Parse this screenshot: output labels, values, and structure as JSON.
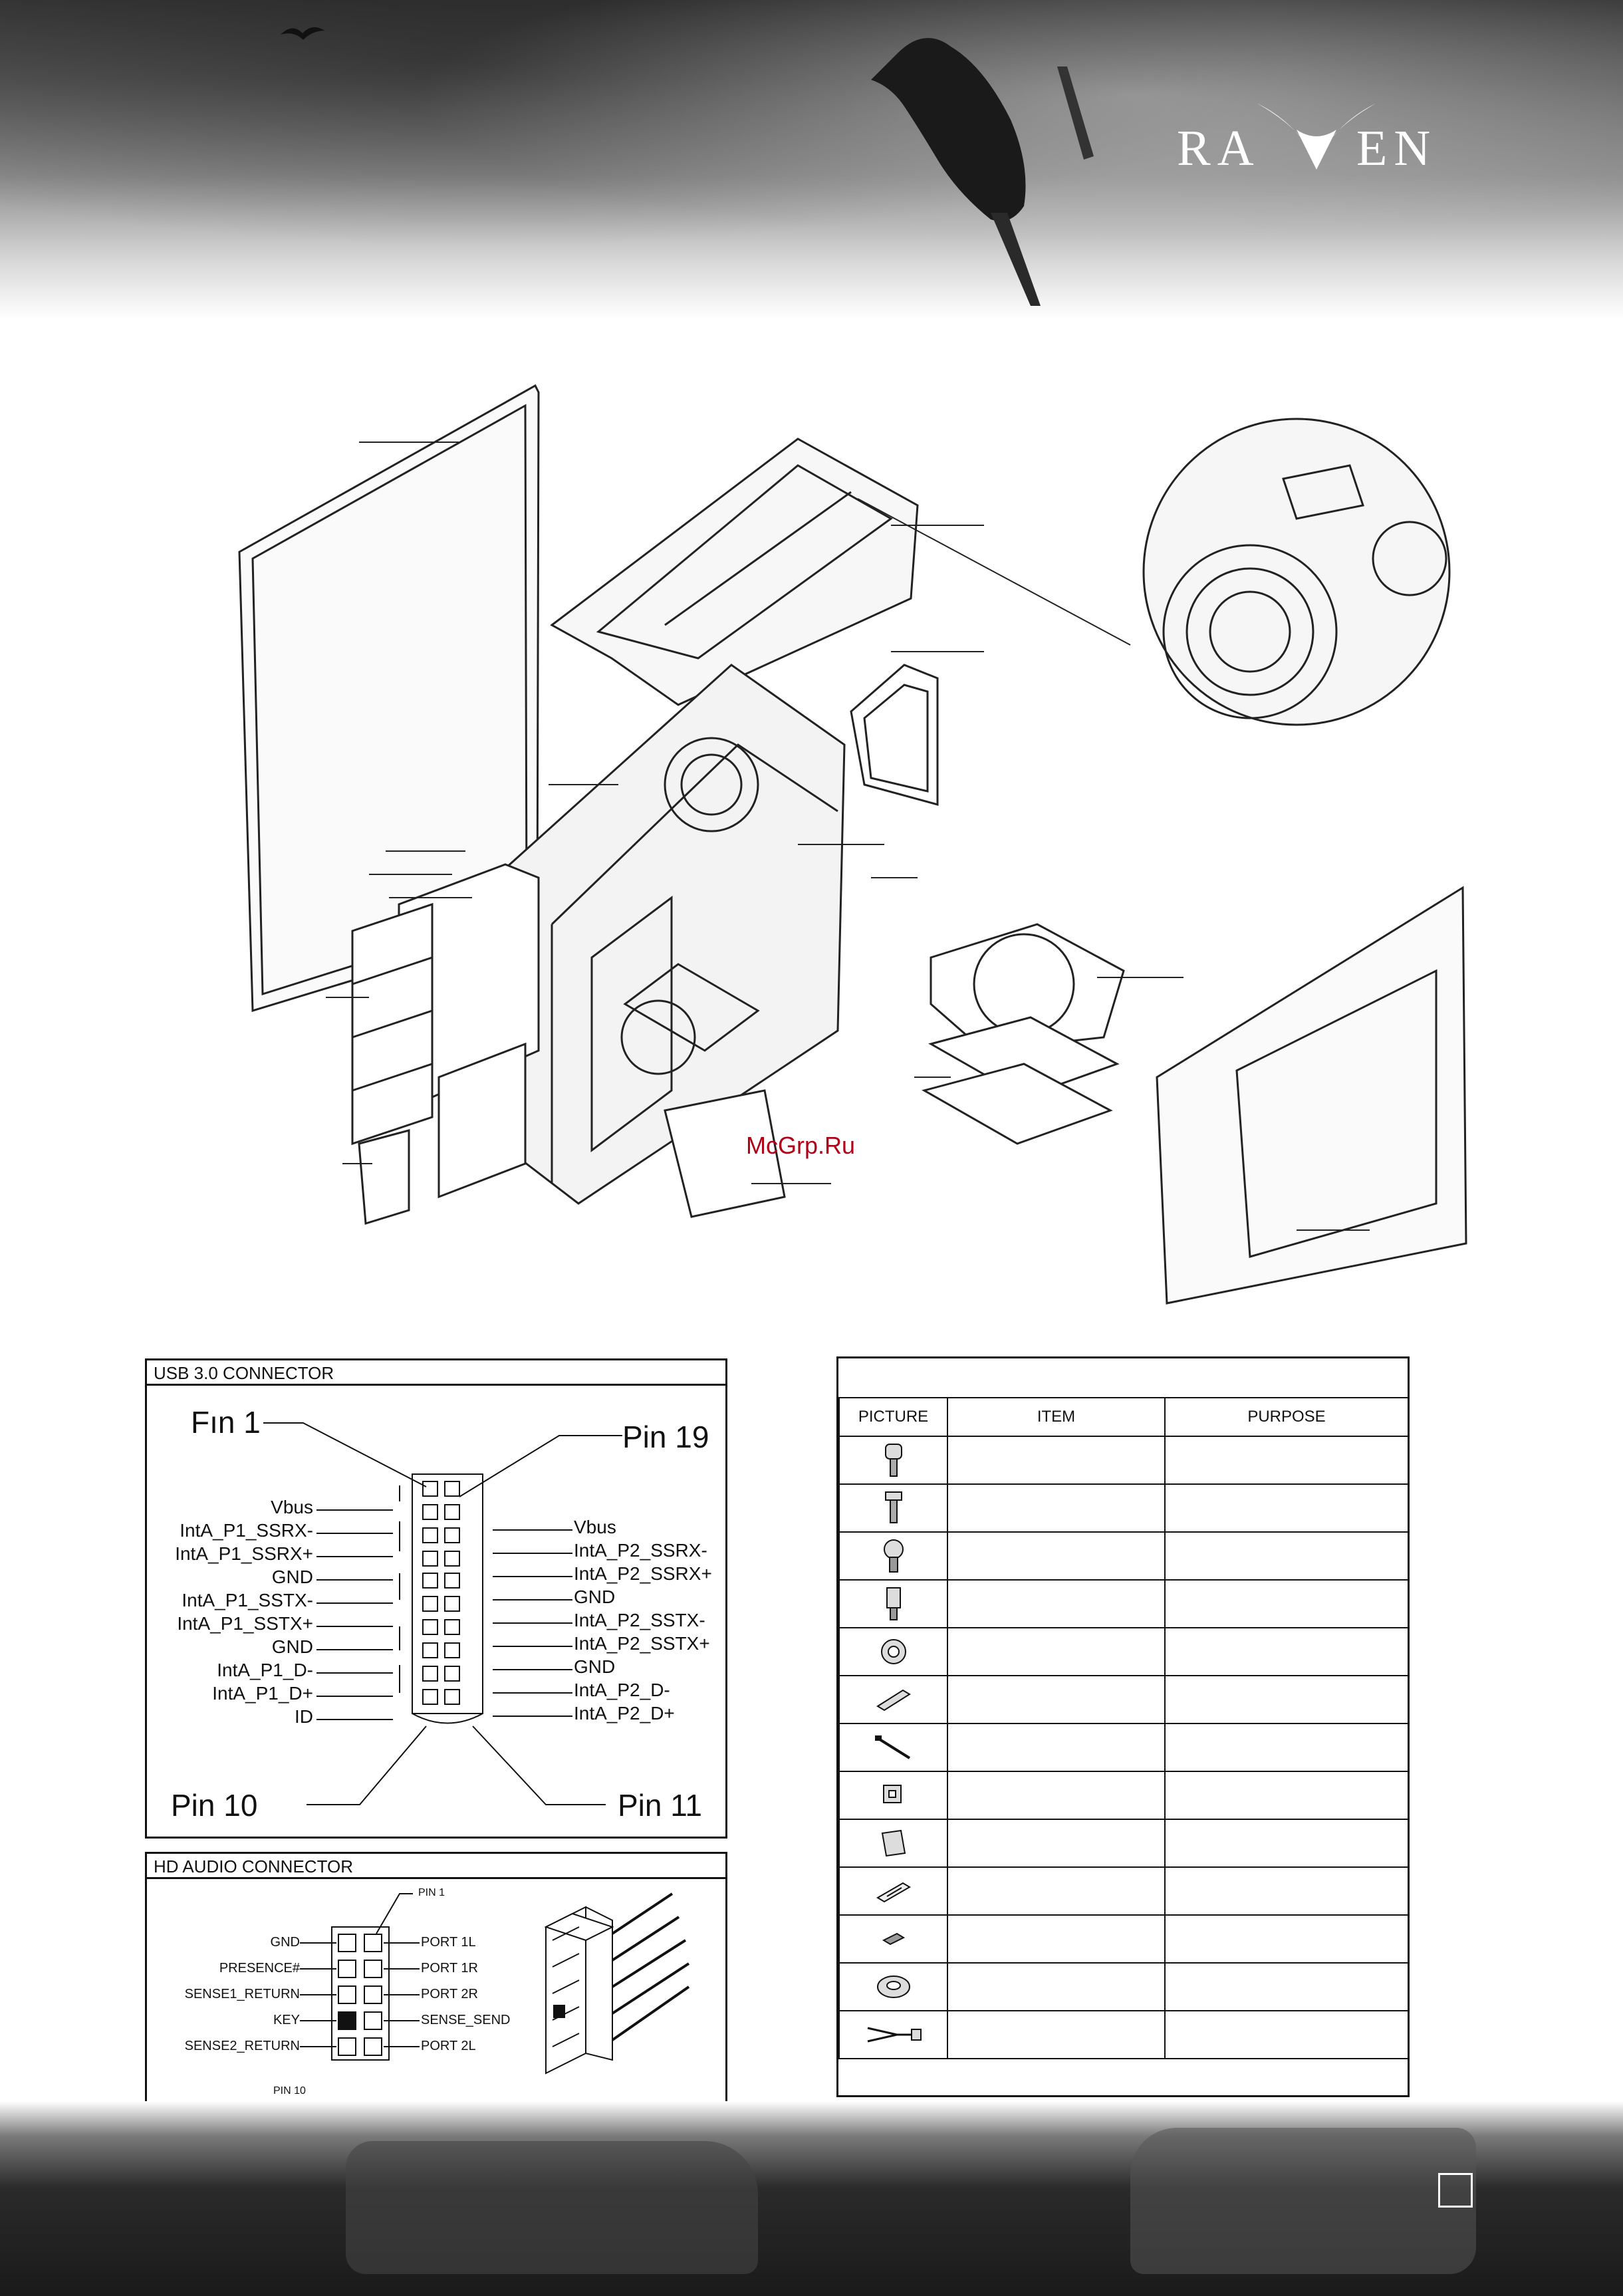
{
  "brand": {
    "logo_left": "RA",
    "logo_right": "EN"
  },
  "watermark": "McGrp.Ru",
  "usb_connector": {
    "title": "USB 3.0 CONNECTOR",
    "pin1": "Fın 1",
    "pin19": "Pin 19",
    "pin10": "Pin 10",
    "pin11": "Pin 11",
    "left_labels": [
      "Vbus",
      "IntA_P1_SSRX-",
      "IntA_P1_SSRX+",
      "GND",
      "IntA_P1_SSTX-",
      "IntA_P1_SSTX+",
      "GND",
      "IntA_P1_D-",
      "IntA_P1_D+",
      "ID"
    ],
    "right_labels": [
      "Vbus",
      "IntA_P2_SSRX-",
      "IntA_P2_SSRX+",
      "GND",
      "IntA_P2_SSTX-",
      "IntA_P2_SSTX+",
      "GND",
      "IntA_P2_D-",
      "IntA_P2_D+"
    ]
  },
  "audio_connector": {
    "title": "HD AUDIO CONNECTOR",
    "pin1": "PIN 1",
    "pin10": "PIN 10",
    "left_labels": [
      "GND",
      "PRESENCE#",
      "SENSE1_RETURN",
      "KEY",
      "SENSE2_RETURN"
    ],
    "right_labels": [
      "PORT 1L",
      "PORT 1R",
      "PORT 2R",
      "SENSE_SEND",
      "PORT 2L"
    ]
  },
  "accessories": {
    "headers": {
      "picture": "PICTURE",
      "item": "ITEM",
      "purpose": "PURPOSE"
    },
    "row_icons": [
      "thumb-screw-icon",
      "screw-icon",
      "fine-thread-screw-icon",
      "standoff-icon",
      "rubber-washer-icon",
      "bracket-icon",
      "cable-tie-icon",
      "clip-icon",
      "mount-plate-icon",
      "slot-cover-icon",
      "small-bracket-icon",
      "speaker-icon",
      "cable-icon"
    ]
  }
}
